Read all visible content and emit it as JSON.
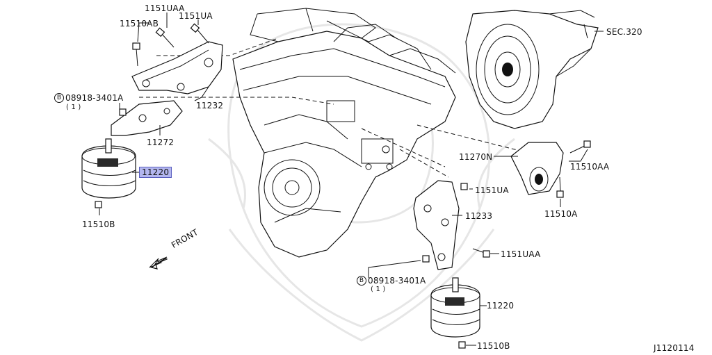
{
  "labels": {
    "l_1151uaa_top": "1151UAA",
    "l_1151ua_top": "1151UA",
    "l_11510ab": "11510AB",
    "l_08918_top": "08918-3401A",
    "l_08918_top_qty": "( 1 )",
    "l_08918_top_prefix": "B",
    "l_11232": "11232",
    "l_11272": "11272",
    "l_11220_left": "11220",
    "l_11510b_left": "11510B",
    "l_front": "FRONT",
    "l_sec320": "SEC.320",
    "l_11270n": "11270N",
    "l_11510aa": "11510AA",
    "l_11510a": "11510A",
    "l_1151ua_right": "1151UA",
    "l_11233": "11233",
    "l_1151uaa_right": "1151UAA",
    "l_08918_bottom": "08918-3401A",
    "l_08918_bottom_qty": "( 1 )",
    "l_08918_bottom_prefix": "B",
    "l_11220_right": "11220",
    "l_11510b_right": "11510B",
    "diagram_id": "J1120114"
  },
  "highlight_color": "#b3b6ee"
}
